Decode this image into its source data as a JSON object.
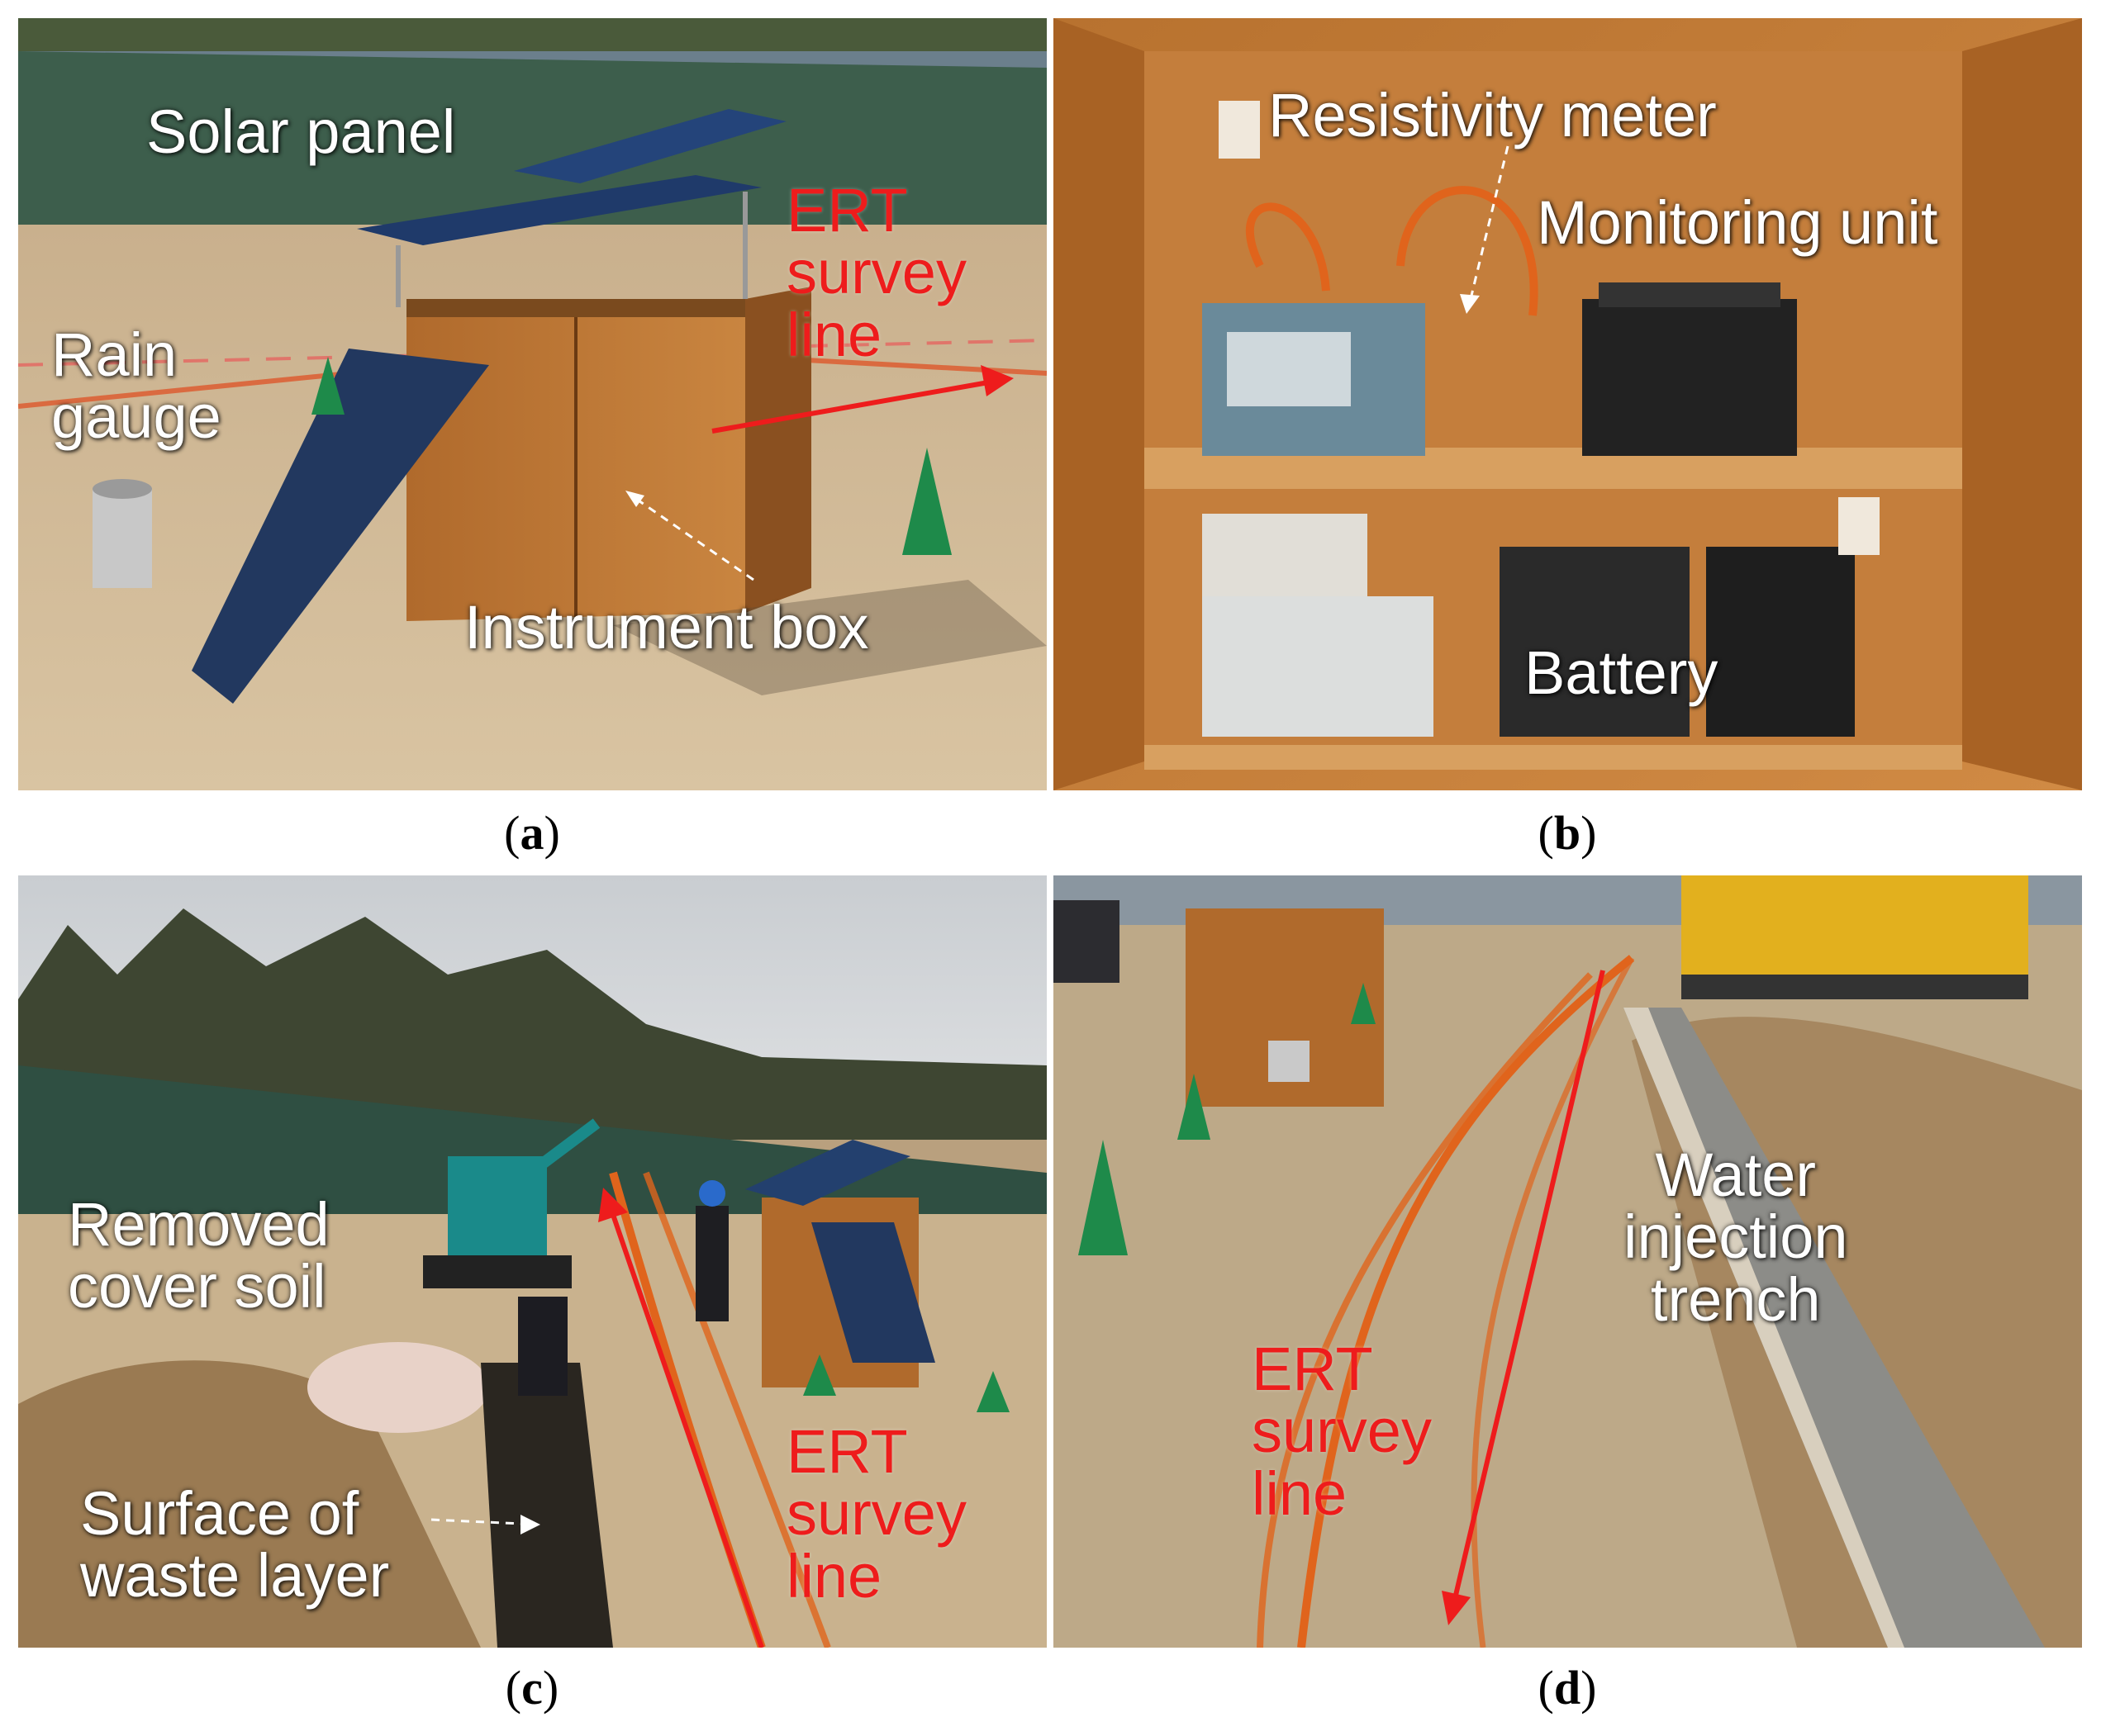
{
  "panels": {
    "a": {
      "caption_letter": "a",
      "labels": {
        "solar_panel": "Solar panel",
        "ert_line": [
          "ERT",
          "survey",
          "line"
        ],
        "rain_gauge": [
          "Rain",
          "gauge"
        ],
        "instrument_box": "Instrument box"
      }
    },
    "b": {
      "caption_letter": "b",
      "labels": {
        "resistivity_meter": "Resistivity meter",
        "monitoring_unit": "Monitoring unit",
        "battery": "Battery"
      }
    },
    "c": {
      "caption_letter": "c",
      "labels": {
        "removed_cover_soil": [
          "Removed",
          "cover soil"
        ],
        "surface_waste": [
          "Surface of",
          "waste layer"
        ],
        "ert_line": [
          "ERT",
          "survey",
          "line"
        ]
      }
    },
    "d": {
      "caption_letter": "d",
      "labels": {
        "water_trench": [
          "Water",
          "injection",
          "trench"
        ],
        "ert_line": [
          "ERT",
          "survey",
          "line"
        ]
      }
    }
  },
  "colors": {
    "annotation_red": "#ee1c1c",
    "annotation_white": "#ffffff"
  }
}
